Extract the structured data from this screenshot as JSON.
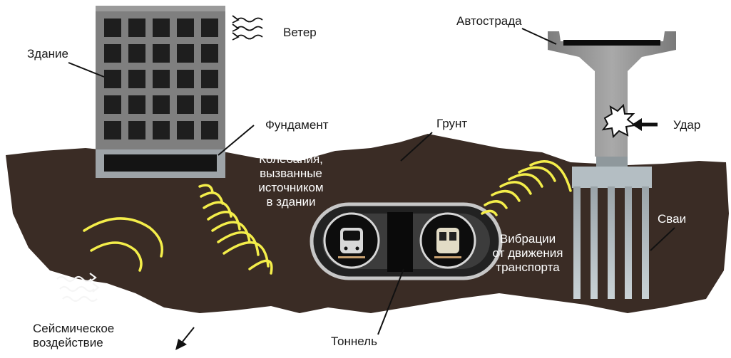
{
  "labels": {
    "building": "Здание",
    "wind": "Ветер",
    "highway": "Автострада",
    "foundation": "Фундамент",
    "soil": "Грунт",
    "impact": "Удар",
    "building_vibration": [
      "Колебания,",
      "вызванные",
      "источником",
      "в здании"
    ],
    "traffic_vibration": [
      "Вибрации",
      "от движения",
      "транспорта"
    ],
    "piles": "Сваи",
    "seismic": [
      "Сейсмическое",
      "воздействие"
    ],
    "tunnel": "Тоннель"
  },
  "colors": {
    "ground": "#3a2c25",
    "wave": "#f4ee4a",
    "concrete": "#8a8a8a",
    "window": "#1e1e1e"
  }
}
